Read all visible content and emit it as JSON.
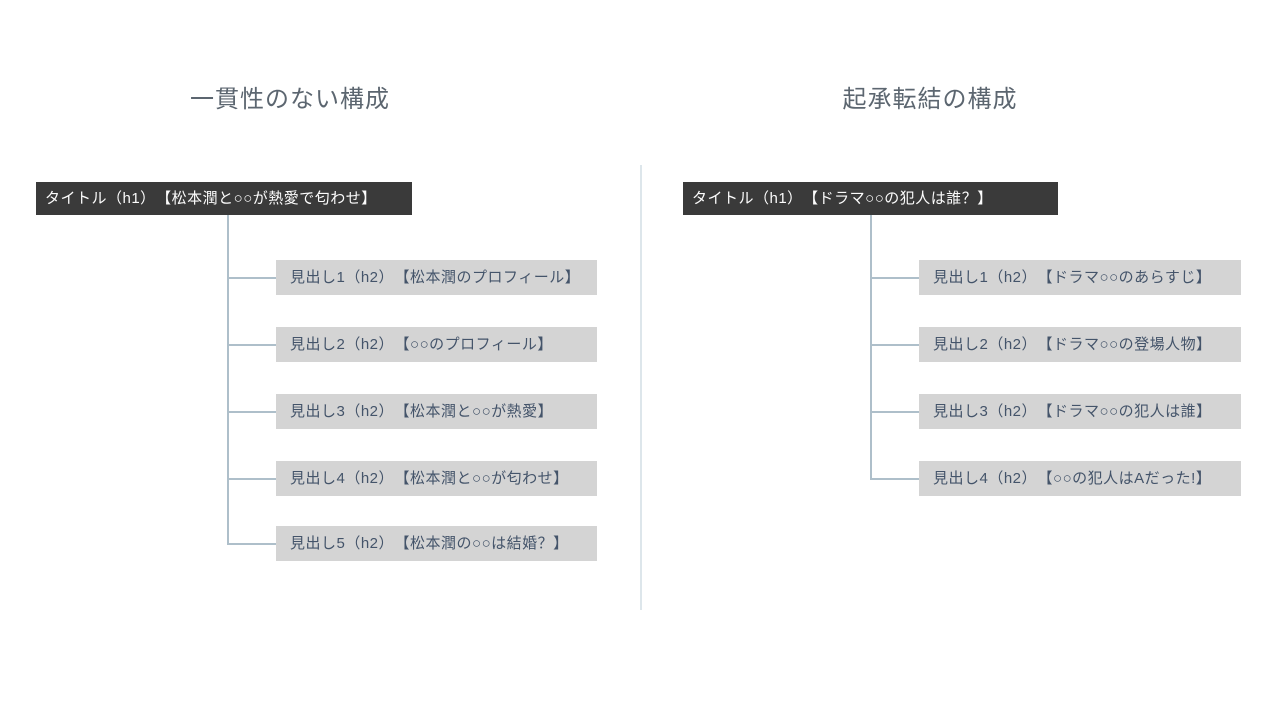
{
  "panels": [
    {
      "title": "一貫性のない構成",
      "root_label": "タイトル（h1）　【松本潤と○○が熱愛で匂わせ】",
      "headings": [
        "見出し1（h2）　【松本潤のプロフィール】",
        "見出し2（h2）　【○○のプロフィール】",
        "見出し3（h2）　【松本潤と○○が熱愛】",
        "見出し4（h2）　【松本潤と○○が匂わせ】",
        "見出し5（h2）　【松本潤の○○は結婚？】"
      ]
    },
    {
      "title": "起承転結の構成",
      "root_label": "タイトル（h1）　【ドラマ○○の犯人は誰？】",
      "headings": [
        "見出し1（h2）　【ドラマ○○のあらすじ】",
        "見出し2（h2）　【ドラマ○○の登場人物】",
        "見出し3（h2）　【ドラマ○○の犯人は誰】",
        "見出し4（h2）　【○○の犯人はAだった!】"
      ]
    }
  ],
  "colors": {
    "h1_box_bg": "#3a3a3a",
    "h1_box_text": "#fcfcfc",
    "h2_box_bg": "#d4d4d4",
    "h2_box_text": "#44546a",
    "connector_line": "#aebfca",
    "divider_line": "#dde6eb",
    "section_title_text": "#5c6670"
  }
}
